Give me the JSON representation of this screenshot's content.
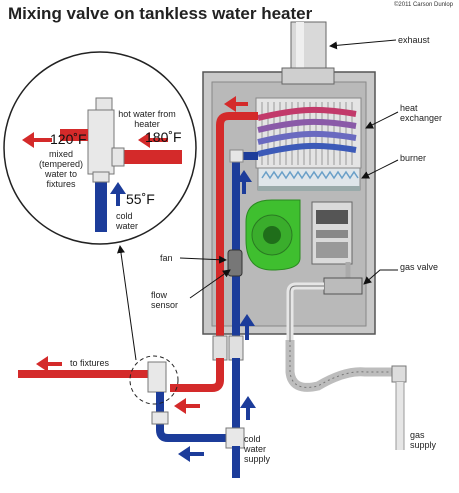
{
  "title": "Mixing valve on tankless water heater",
  "copyright": "©2011 Carson Dunlop",
  "labels": {
    "exhaust": "exhaust",
    "heat_exchanger": "heat exchanger",
    "burner": "burner",
    "gas_valve": "gas valve",
    "fan": "fan",
    "flow_sensor": "flow sensor",
    "to_fixtures": "to fixtures",
    "cold_water_supply": "cold water supply",
    "gas_supply": "gas supply"
  },
  "inset": {
    "hot_water_label": "hot water from heater",
    "hot_temp": "180˚F",
    "mixed_temp": "120˚F",
    "mixed_label": "mixed (tempered) water to fixtures",
    "cold_temp": "55˚F",
    "cold_label": "cold water"
  },
  "colors": {
    "hot": "#d42a2a",
    "cold": "#1c3c9a",
    "heater_body": "#c8c8c8",
    "fan": "#3fbf2f",
    "pipe_gray": "#e6e6e6"
  }
}
